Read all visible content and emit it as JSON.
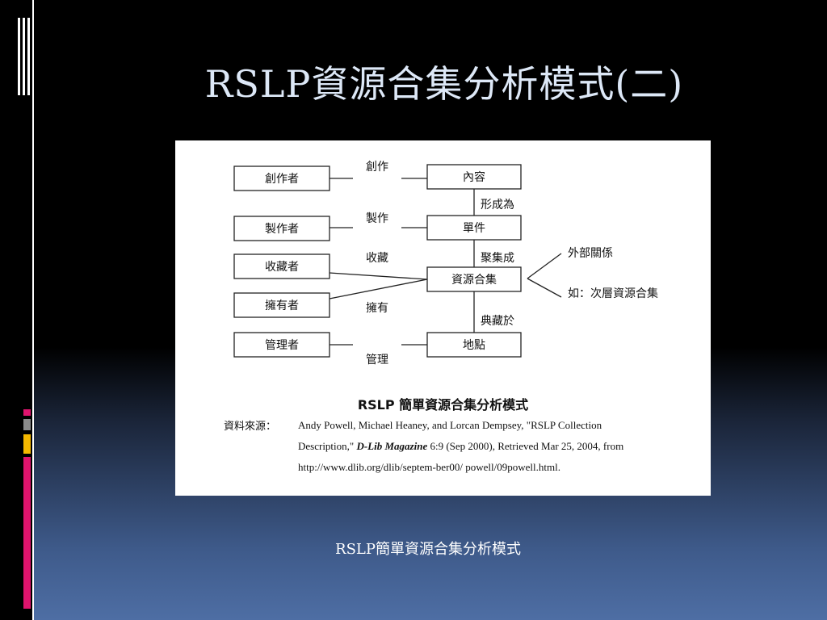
{
  "slide": {
    "title": "RSLP資源合集分析模式(二)",
    "caption": "RSLP簡單資源合集分析模式"
  },
  "diagram": {
    "agents": [
      "創作者",
      "製作者",
      "收藏者",
      "擁有者",
      "管理者"
    ],
    "entities": [
      "內容",
      "單件",
      "資源合集",
      "地點"
    ],
    "relations": {
      "create": "創作",
      "produce": "製作",
      "collect": "收藏",
      "own": "擁有",
      "manage": "管理",
      "form": "形成為",
      "aggregate": "聚集成",
      "held_in": "典藏於"
    },
    "external": {
      "line1": "外部關係",
      "line2": "如：次層資源合集"
    },
    "title": "RSLP 簡單資源合集分析模式",
    "source_label": "資料來源：",
    "source": {
      "authors": "Andy Powell, Michael Heaney, and Lorcan Dempsey, \"RSLP Collection Description,\"",
      "journal": "D-Lib Magazine",
      "details": "6:9 (Sep 2000), Retrieved Mar 25, 2004, from http://www.dlib.org/dlib/septem-ber00/ powell/09powell.html."
    }
  },
  "colors": {
    "accent_magenta": "#e0146e",
    "accent_gray": "#8a8a8a",
    "accent_yellow": "#f5b800",
    "title_text": "#dde8f7"
  }
}
